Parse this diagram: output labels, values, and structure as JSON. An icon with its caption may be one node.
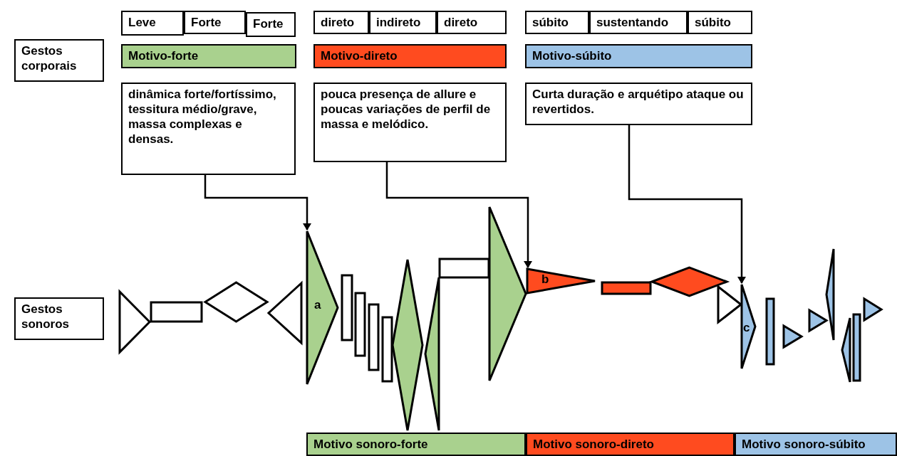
{
  "diagram": {
    "nodes": [
      {
        "text": [
          "Gestos corporais"
        ]
      },
      {
        "text": [
          "Leve"
        ]
      },
      {
        "text": [
          "Forte"
        ]
      },
      {
        "text": [
          "Forte"
        ]
      },
      {
        "text": [
          "Motivo-forte"
        ]
      },
      {
        "text": [
          "dinâmica forte/fortíssimo, tessitura médio/grave, massa complexas e densas."
        ]
      },
      {
        "text": [
          "direto"
        ]
      },
      {
        "text": [
          "indireto"
        ]
      },
      {
        "text": [
          "direto"
        ]
      },
      {
        "text": [
          "Motivo-direto"
        ]
      },
      {
        "text": [
          "pouca presença de allure e poucas variações de perfil de massa e melódico."
        ]
      },
      {
        "text": [
          "súbito"
        ]
      },
      {
        "text": [
          "sustentando"
        ]
      },
      {
        "text": [
          "súbito"
        ]
      },
      {
        "text": [
          "Motivo-súbito"
        ]
      },
      {
        "text": [
          "Curta duração e arquétipo ataque ou revertidos."
        ]
      },
      {
        "text": [
          "Gestos sonoros"
        ]
      },
      {
        "text": [],
        "shape": "triangle"
      },
      {
        "text": [],
        "shape": "box"
      },
      {
        "text": [],
        "shape": "diamond"
      },
      {
        "text": [],
        "shape": "triangle"
      },
      {
        "text": [
          "a"
        ]
      },
      {
        "text": [],
        "shape": "box"
      },
      {
        "text": [],
        "shape": "box"
      },
      {
        "text": [],
        "shape": "box"
      },
      {
        "text": [],
        "shape": "box"
      },
      {
        "text": [],
        "shape": "diamond"
      },
      {
        "text": [],
        "shape": "triangle"
      },
      {
        "text": [],
        "shape": "box"
      },
      {
        "text": [],
        "shape": "triangle"
      },
      {
        "text": [
          "b"
        ]
      },
      {
        "text": [],
        "shape": "box"
      },
      {
        "text": [],
        "shape": "diamond"
      },
      {
        "text": [],
        "shape": "triangle"
      },
      {
        "text": [
          "c"
        ]
      },
      {
        "text": [],
        "shape": "box"
      },
      {
        "text": [],
        "shape": "triangle"
      },
      {
        "text": [],
        "shape": "triangle"
      },
      {
        "text": [],
        "shape": "triangle"
      },
      {
        "text": [],
        "shape": "triangle"
      },
      {
        "text": [],
        "shape": "box"
      },
      {
        "text": [],
        "shape": "triangle"
      },
      {
        "text": [
          "Motivo sonoro-forte"
        ]
      },
      {
        "text": [
          "Motivo sonoro-direto"
        ]
      },
      {
        "text": [
          "Motivo sonoro-súbito"
        ]
      }
    ],
    "edges": [
      {
        "from": 5,
        "to": 21,
        "arrow": "to"
      },
      {
        "from": 10,
        "to": 30,
        "arrow": "to"
      },
      {
        "from": 15,
        "to": 34,
        "arrow": "to"
      }
    ]
  }
}
